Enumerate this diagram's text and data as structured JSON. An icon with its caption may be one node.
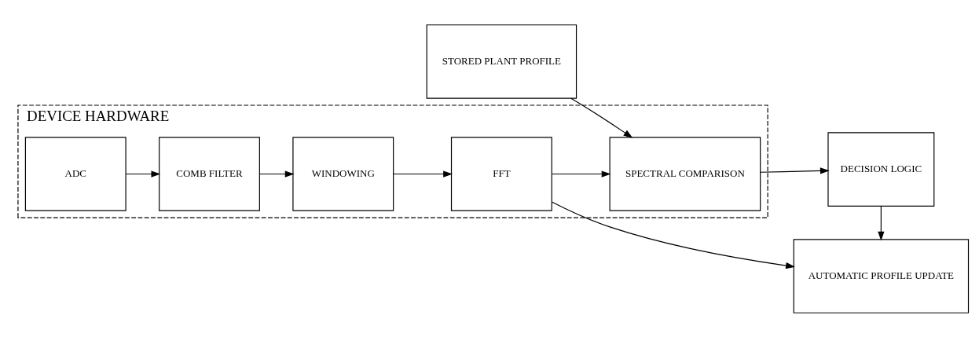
{
  "diagram": {
    "nodes": [
      {
        "text": [
          "DEVICE HARDWARE"
        ]
      },
      {
        "text": [
          "ADC"
        ],
        "in": 0
      },
      {
        "text": [
          "COMB FILTER"
        ],
        "in": 0
      },
      {
        "text": [
          "WINDOWING"
        ],
        "in": 0
      },
      {
        "text": [
          "FFT"
        ],
        "in": 0
      },
      {
        "text": [
          "SPECTRAL COMPARISON"
        ],
        "in": 0
      },
      {
        "text": [
          "DECISION LOGIC"
        ]
      },
      {
        "text": [
          "AUTOMATIC PROFILE UPDATE"
        ]
      },
      {
        "text": [
          "STORED PLANT PROFILE"
        ]
      }
    ],
    "edges": [
      {
        "from": 1,
        "to": 2,
        "arrow": "to"
      },
      {
        "from": 2,
        "to": 3,
        "arrow": "to"
      },
      {
        "from": 3,
        "to": 4,
        "arrow": "to"
      },
      {
        "from": 4,
        "to": 5,
        "arrow": "to"
      },
      {
        "from": 5,
        "to": 6,
        "arrow": "to"
      },
      {
        "from": 4,
        "to": 7,
        "arrow": "to"
      },
      {
        "from": 8,
        "to": 5,
        "arrow": "to"
      },
      {
        "from": 6,
        "to": 7,
        "arrow": "to"
      }
    ]
  }
}
